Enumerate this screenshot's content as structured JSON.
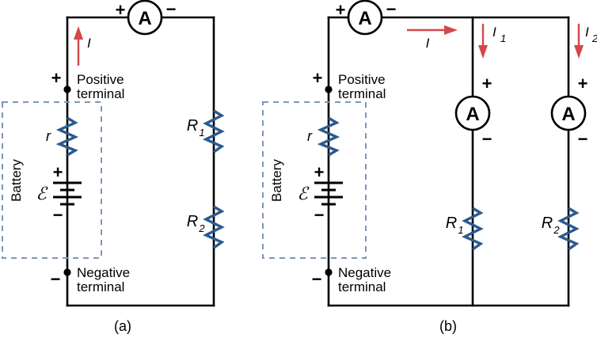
{
  "figure": {
    "title": "Circuit diagrams: ammeter in series and ammeters in parallel branches",
    "colors": {
      "wire": "#000000",
      "resistor": "#2a5b8f",
      "arrow": "#d3484a",
      "dashed_box": "#7f96bb",
      "background": "#ffffff"
    }
  },
  "panels": [
    {
      "id": "a",
      "caption": "(a)",
      "battery_box_label": "Battery",
      "ammeters": [
        {
          "name": "series-ammeter",
          "glyph": "A",
          "plus": "+",
          "minus": "−"
        }
      ],
      "terminals": {
        "positive_sign": "+",
        "positive_label_line1": "Positive",
        "positive_label_line2": "terminal",
        "negative_sign": "−",
        "negative_label_line1": "Negative",
        "negative_label_line2": "terminal"
      },
      "source": {
        "emf_symbol": "ℰ",
        "internal_resistance_symbol": "r",
        "cell_plus": "+",
        "cell_minus": "−"
      },
      "resistors": [
        {
          "name": "R1",
          "base": "R",
          "sub": "1"
        },
        {
          "name": "R2",
          "base": "R",
          "sub": "2"
        }
      ],
      "currents": [
        {
          "name": "I",
          "base": "I",
          "sub": "",
          "direction": "up"
        }
      ]
    },
    {
      "id": "b",
      "caption": "(b)",
      "battery_box_label": "Battery",
      "ammeters": [
        {
          "name": "series-ammeter",
          "glyph": "A",
          "plus": "+",
          "minus": "−"
        },
        {
          "name": "branch1-ammeter",
          "glyph": "A",
          "plus": "+",
          "minus": "−"
        },
        {
          "name": "branch2-ammeter",
          "glyph": "A",
          "plus": "+",
          "minus": "−"
        }
      ],
      "terminals": {
        "positive_sign": "+",
        "positive_label_line1": "Positive",
        "positive_label_line2": "terminal",
        "negative_sign": "−",
        "negative_label_line1": "Negative",
        "negative_label_line2": "terminal"
      },
      "source": {
        "emf_symbol": "ℰ",
        "internal_resistance_symbol": "r",
        "cell_plus": "+",
        "cell_minus": "−"
      },
      "resistors": [
        {
          "name": "R1",
          "base": "R",
          "sub": "1"
        },
        {
          "name": "R2",
          "base": "R",
          "sub": "2"
        }
      ],
      "currents": [
        {
          "name": "I",
          "base": "I",
          "sub": "",
          "direction": "right"
        },
        {
          "name": "I1",
          "base": "I",
          "sub": "1",
          "direction": "down"
        },
        {
          "name": "I2",
          "base": "I",
          "sub": "2",
          "direction": "down"
        }
      ]
    }
  ]
}
